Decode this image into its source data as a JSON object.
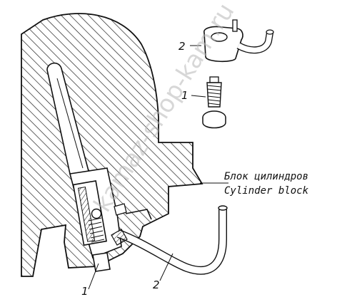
{
  "diagram": {
    "caption_ru": "Блок цилиндров",
    "caption_en": "Cylinder block",
    "callouts": {
      "inset_part_2": "2",
      "inset_part_1": "1",
      "main_part_1": "1",
      "main_part_2": "2"
    },
    "watermark": "kamaz-shop-kam.ru"
  }
}
